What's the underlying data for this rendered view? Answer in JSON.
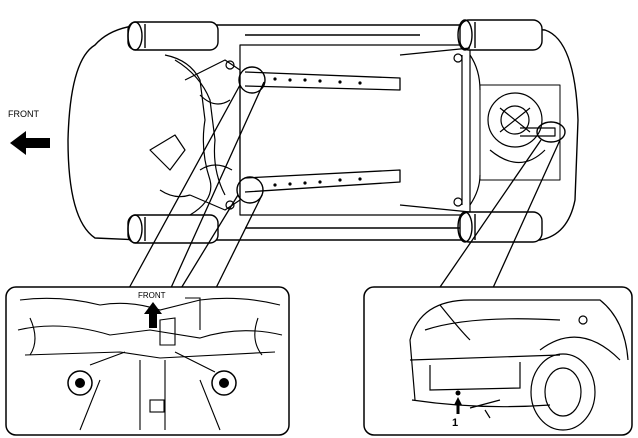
{
  "labels": {
    "main_direction": "FRONT",
    "inset_direction": "FRONT",
    "rear_point_marker": "1"
  },
  "icons": {
    "main_arrow": "arrow-left-icon",
    "inset_arrow": "arrow-up-icon",
    "rear_marker_arrow": "arrow-up-icon"
  },
  "colors": {
    "line": "#000000",
    "background": "#ffffff"
  }
}
